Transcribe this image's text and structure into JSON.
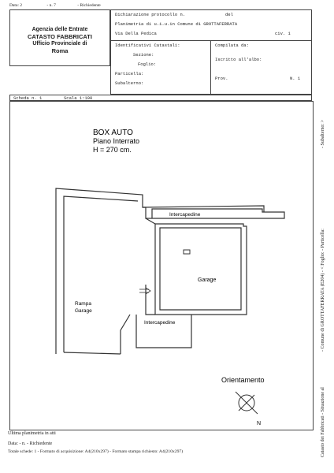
{
  "header": {
    "topline": {
      "data_label": "Data: 2",
      "n_label": "- n. 7",
      "richiedente": "- Richiedente"
    },
    "office": {
      "line1": "Agenzia delle Entrate",
      "line2": "CATASTO FABBRICATI",
      "line3": "Ufficio Provinciale di",
      "line4": "Roma"
    },
    "declaration": {
      "line1_left": "Dichiarazione protocollo n.",
      "line1_right": "del",
      "line2": "Planimetria di u.i.u.in Comune di GROTTAFERRATA",
      "line3_left": "Via Della Pedica",
      "line3_right": "civ. 1"
    },
    "identifiers": {
      "title": "Identificativi Catastali:",
      "sezione": "Sezione:",
      "foglio": "Foglio:",
      "particella": "Particella:",
      "subalterno": "Subalterno:"
    },
    "compilata": {
      "compilata_da": "Compilata da:",
      "iscritto": "Iscritto all'albo:",
      "prov": "Prov.",
      "n": "N. 1"
    },
    "scheda": {
      "scheda": "Scheda n. 1",
      "scala": "Scala 1:100"
    }
  },
  "plan": {
    "title": "BOX AUTO",
    "floor": "Piano Interrato",
    "height": "H = 270 cm.",
    "labels": {
      "intercapedine_top": "Intercapedine",
      "garage": "Garage",
      "rampa_line1": "Rampa",
      "rampa_line2": "Garage",
      "intercapedine_bottom": "Intercapedine"
    },
    "orientation": "Orientamento",
    "north_letter": "N"
  },
  "sidebar": {
    "text1": "Catasto dei Fabbricati - Situazione al",
    "text2": "- Comune di GROTTAFERRATA (E204) - < Foglio: - Particella:",
    "text3": "- Subalterno: >"
  },
  "footer": {
    "ultima": "Ultima planimetria in atti",
    "line2": "Data:        - n.       - Richiedente",
    "line3": "Totale schede: 1 - Formato di acquisizione: A4(210x297)  - Formato stampa richiesto: A4(210x297)"
  }
}
